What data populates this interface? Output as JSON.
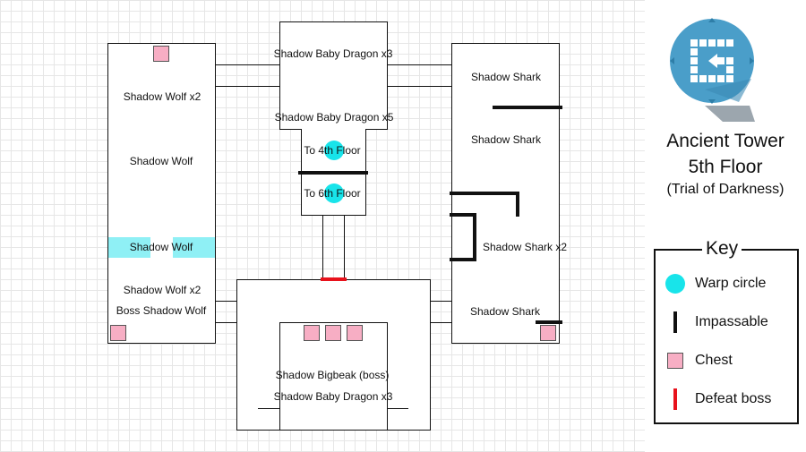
{
  "map": {
    "rooms": {
      "left_tower": {
        "enemies": [
          "Shadow Wolf x2",
          "Shadow Wolf",
          "Shadow Wolf",
          "Shadow Wolf x2",
          "Boss Shadow Wolf"
        ]
      },
      "top_center": {
        "enemies": [
          "Shadow Baby Dragon x3",
          "Shadow Baby Dragon x5"
        ]
      },
      "warp_room": {
        "to_4th": "To 4th Floor",
        "to_6th": "To 6th Floor"
      },
      "right_tower": {
        "enemies": [
          "Shadow Shark",
          "Shadow Shark",
          "Shadow Shark x2",
          "Shadow Shark"
        ]
      },
      "boss_room": {
        "enemies": [
          "Shadow Bigbeak (boss)",
          "Shadow Baby Dragon x3"
        ]
      }
    }
  },
  "panel": {
    "logo_icon": "compass-tower-icon",
    "title_line1": "Ancient Tower",
    "title_line2": "5th Floor",
    "title_line3": "(Trial of Darkness)",
    "key": {
      "title": "Key",
      "items": [
        {
          "label": "Warp circle",
          "icon": "warp-circle-icon"
        },
        {
          "label": "Impassable",
          "icon": "impassable-icon"
        },
        {
          "label": "Chest",
          "icon": "chest-icon"
        },
        {
          "label": "Defeat boss",
          "icon": "defeat-boss-icon"
        }
      ]
    }
  },
  "colors": {
    "warp": "#18e4ea",
    "chest": "#f7aec4",
    "boss_door": "#e8121c",
    "logo": "#4a9ec9"
  }
}
